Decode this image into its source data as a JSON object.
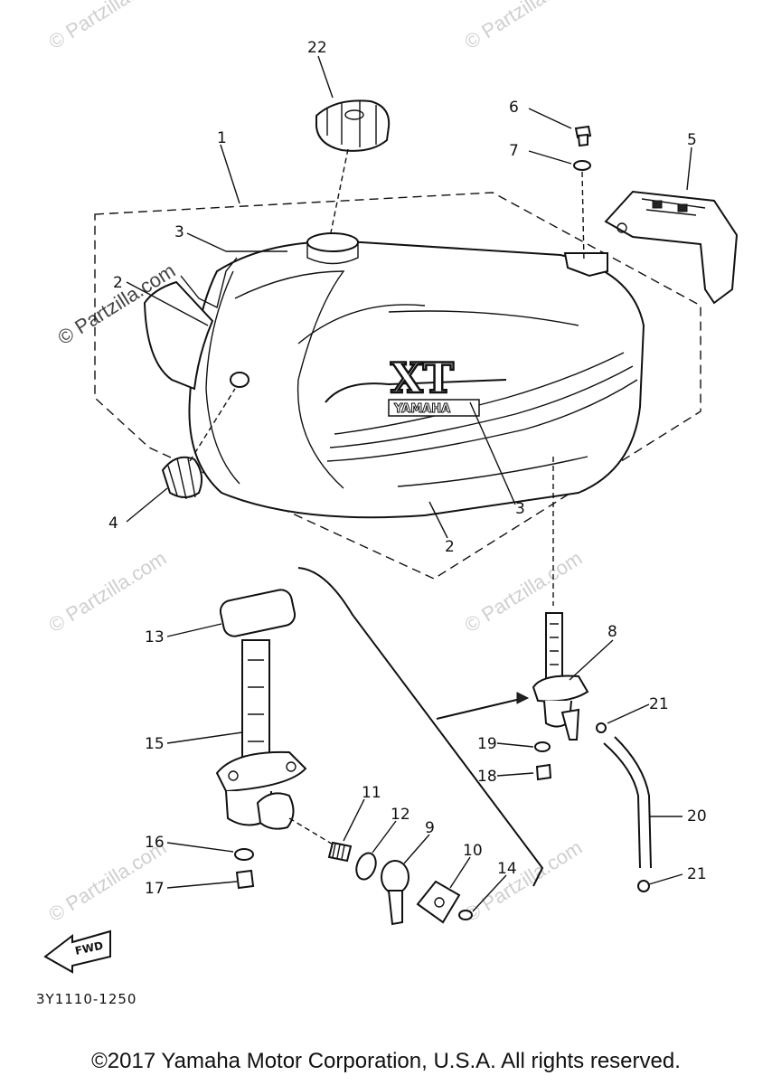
{
  "watermark": "© Partzilla.com",
  "part_code": "3Y1110-1250",
  "fwd_label": "FWD",
  "tank_badge": {
    "model": "XT",
    "brand": "YAMAHA"
  },
  "callouts": {
    "c1": "1",
    "c2a": "2",
    "c2b": "2",
    "c3a": "3",
    "c3b": "3",
    "c4": "4",
    "c5": "5",
    "c6": "6",
    "c7": "7",
    "c8": "8",
    "c9": "9",
    "c10": "10",
    "c11": "11",
    "c12": "12",
    "c13": "13",
    "c14": "14",
    "c15": "15",
    "c16": "16",
    "c17": "17",
    "c18": "18",
    "c19": "19",
    "c20": "20",
    "c21a": "21",
    "c21b": "21",
    "c22": "22"
  },
  "copyright": "©2017 Yamaha Motor Corporation, U.S.A. All rights reserved."
}
